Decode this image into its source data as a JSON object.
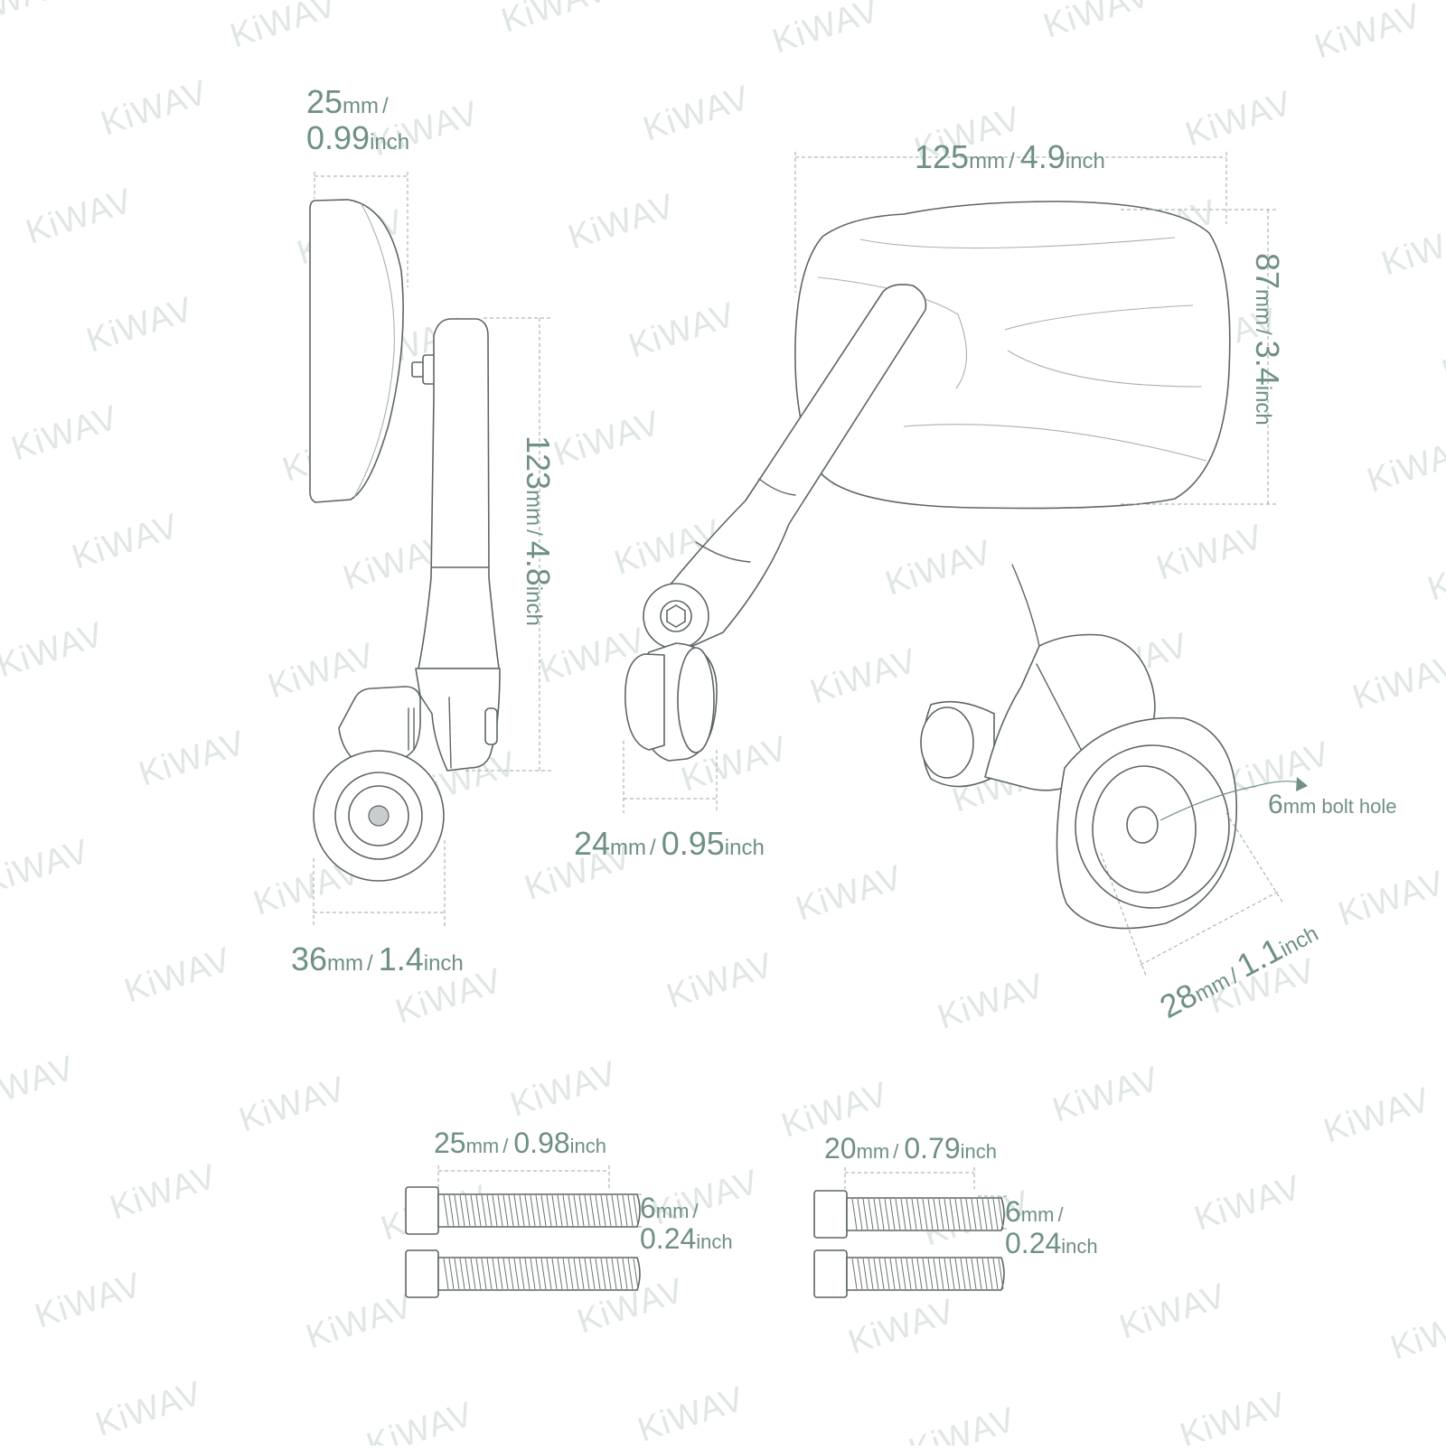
{
  "watermark": "KiWAV",
  "colors": {
    "dimension_text": "#6f8f87",
    "line": "#5d6567",
    "watermark": "#dfe6e3"
  },
  "dimensions": {
    "side_mirror_depth": {
      "mm": "25",
      "mm_unit": "mm",
      "sep": "/",
      "inch": "0.99",
      "inch_unit": "inch"
    },
    "side_arm_height": {
      "mm": "123",
      "mm_unit": "mm",
      "sep": "/",
      "inch": "4.8",
      "inch_unit": "inch"
    },
    "side_clamp_width": {
      "mm": "36",
      "mm_unit": "mm",
      "sep": "/",
      "inch": "1.4",
      "inch_unit": "inch"
    },
    "mirror_width": {
      "mm": "125",
      "mm_unit": "mm",
      "sep": "/",
      "inch": "4.9",
      "inch_unit": "inch"
    },
    "mirror_height": {
      "mm": "87",
      "mm_unit": "mm",
      "sep": "/",
      "inch": "3.4",
      "inch_unit": "inch"
    },
    "front_clamp_width": {
      "mm": "24",
      "mm_unit": "mm",
      "sep": "/",
      "inch": "0.95",
      "inch_unit": "inch"
    },
    "clamp_diameter": {
      "mm": "28",
      "mm_unit": "mm",
      "sep": "/",
      "inch": "1.1",
      "inch_unit": "inch"
    },
    "bolt_hole": {
      "mm": "6",
      "mm_unit": "mm",
      "label": "bolt hole"
    },
    "bolt_a_length": {
      "mm": "25",
      "mm_unit": "mm",
      "sep": "/",
      "inch": "0.98",
      "inch_unit": "inch"
    },
    "bolt_a_diameter": {
      "mm": "6",
      "mm_unit": "mm",
      "sep": "/",
      "inch": "0.24",
      "inch_unit": "inch"
    },
    "bolt_b_length": {
      "mm": "20",
      "mm_unit": "mm",
      "sep": "/",
      "inch": "0.79",
      "inch_unit": "inch"
    },
    "bolt_b_diameter": {
      "mm": "6",
      "mm_unit": "mm",
      "sep": "/",
      "inch": "0.24",
      "inch_unit": "inch"
    }
  }
}
